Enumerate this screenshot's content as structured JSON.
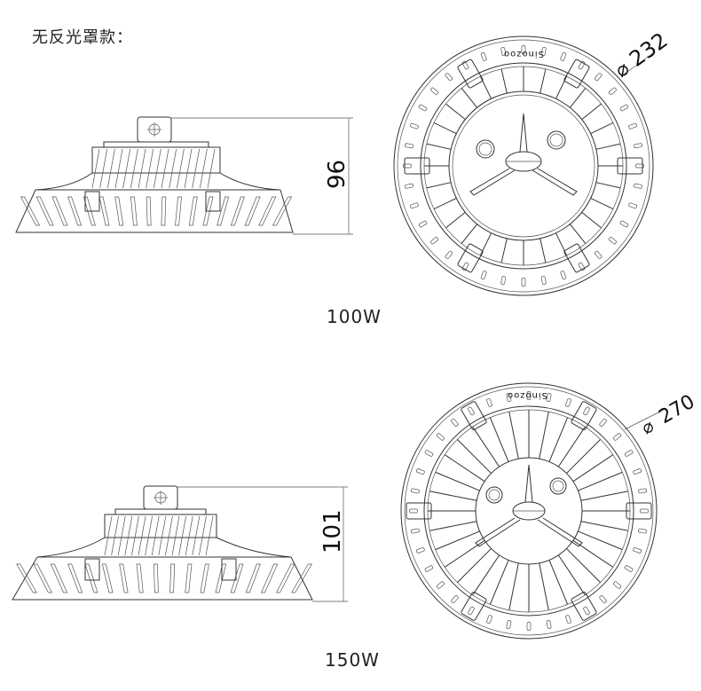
{
  "heading": "无反光罩款：",
  "models": [
    {
      "caption": "100W",
      "height_dim": "96",
      "diameter_dim": "232",
      "logo": "Sinozoo"
    },
    {
      "caption": "150W",
      "height_dim": "101",
      "diameter_dim": "270",
      "logo": "Sinozoo"
    }
  ],
  "symbols": {
    "diameter": "⌀"
  }
}
